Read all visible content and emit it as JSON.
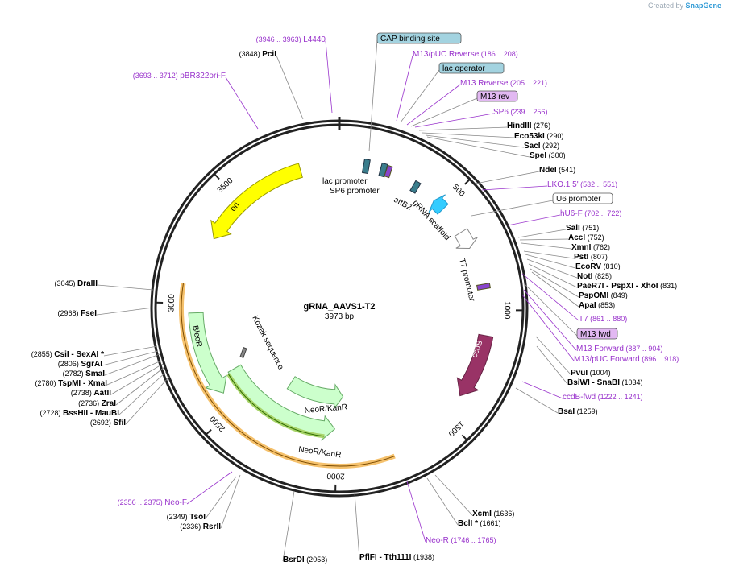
{
  "brand": {
    "created_by": "Created by",
    "logo": "SnapGene"
  },
  "plasmid": {
    "name": "gRNA_AAVS1-T2",
    "length": "3973 bp",
    "total_bp": 3973
  },
  "tick_labels": [
    {
      "bp": 500,
      "label": "500"
    },
    {
      "bp": 1000,
      "label": "1000"
    },
    {
      "bp": 1500,
      "label": "1500"
    },
    {
      "bp": 2000,
      "label": "2000"
    },
    {
      "bp": 2500,
      "label": "2500"
    },
    {
      "bp": 3000,
      "label": "3000"
    },
    {
      "bp": 3500,
      "label": "3500"
    }
  ],
  "features": [
    {
      "label": "ori",
      "start": 3300,
      "end": 3800,
      "strand": -1,
      "color": "#ffff00",
      "stroke": "#999900",
      "r": 178
    },
    {
      "label": "BleoR",
      "start": 2580,
      "end": 2960,
      "strand": -1,
      "color": "#ccffcc",
      "stroke": "#66aa66",
      "r": 178
    },
    {
      "label": "ccdB",
      "start": 1110,
      "end": 1390,
      "strand": 1,
      "color": "#993366",
      "stroke": "#662244",
      "r": 185
    },
    {
      "label": "gRNA scaffold",
      "start": 640,
      "end": 720,
      "strand": 1,
      "color": "#ffffff",
      "stroke": "#888888",
      "r": 178
    },
    {
      "label": "NeoR/KanR",
      "start": 1960,
      "end": 2350,
      "strand": -1,
      "color": "#ccffcc",
      "stroke": "#66aa66",
      "r": 110
    },
    {
      "label": "NeoR/KanR",
      "start": 2010,
      "end": 2650,
      "strand": -1,
      "color": "#ccffcc",
      "stroke": "#66aa66",
      "r": 150
    },
    {
      "label": "attB2",
      "start": 455,
      "end": 510,
      "strand": -1,
      "color": "#33ccff",
      "stroke": "#2299cc",
      "r": 178
    }
  ],
  "inner_labels": [
    {
      "text": "lac promoter"
    },
    {
      "text": "SP6 promoter"
    },
    {
      "text": "attB2"
    },
    {
      "text": "gRNA scaffold"
    },
    {
      "text": "T7 promoter"
    },
    {
      "text": "Kozak sequence"
    },
    {
      "text": "ccdB"
    },
    {
      "text": "ori"
    },
    {
      "text": "BleoR"
    },
    {
      "text": "NeoR/KanR"
    },
    {
      "text": "NeoR/KanR"
    }
  ],
  "right_labels": [
    {
      "name": "CAP binding site",
      "box": "blue"
    },
    {
      "name": "M13/pUC Reverse",
      "pos": "(186 .. 208)",
      "purple": true
    },
    {
      "name": "lac operator",
      "box": "blue"
    },
    {
      "name": "M13 Reverse",
      "pos": "(205 .. 221)",
      "purple": true
    },
    {
      "name": "M13 rev",
      "box": "purple"
    },
    {
      "name": "SP6",
      "pos": "(239 .. 256)",
      "purple": true
    },
    {
      "name": "HindIII",
      "pos": "(276)"
    },
    {
      "name": "Eco53kI",
      "pos": "(290)"
    },
    {
      "name": "SacI",
      "pos": "(292)"
    },
    {
      "name": "SpeI",
      "pos": "(300)"
    },
    {
      "name": "NdeI",
      "pos": "(541)"
    },
    {
      "name": "LKO.1 5'",
      "pos": "(532 .. 551)",
      "purple": true
    },
    {
      "name": "U6 promoter",
      "box": "white"
    },
    {
      "name": "hU6-F",
      "pos": "(702 .. 722)",
      "purple": true
    },
    {
      "name": "SalI",
      "pos": "(751)"
    },
    {
      "name": "AccI",
      "pos": "(752)"
    },
    {
      "name": "XmnI",
      "pos": "(762)"
    },
    {
      "name": "PstI",
      "pos": "(807)"
    },
    {
      "name": "EcoRV",
      "pos": "(810)"
    },
    {
      "name": "NotI",
      "pos": "(825)"
    },
    {
      "name": "PaeR7I - PspXI - XhoI",
      "pos": "(831)"
    },
    {
      "name": "PspOMI",
      "pos": "(849)"
    },
    {
      "name": "ApaI",
      "pos": "(853)"
    },
    {
      "name": "T7",
      "pos": "(861 .. 880)",
      "purple": true
    },
    {
      "name": "M13 fwd",
      "box": "purple"
    },
    {
      "name": "M13 Forward",
      "pos": "(887 .. 904)",
      "purple": true
    },
    {
      "name": "M13/pUC Forward",
      "pos": "(896 .. 918)",
      "purple": true
    },
    {
      "name": "PvuI",
      "pos": "(1004)"
    },
    {
      "name": "BsiWI - SnaBI",
      "pos": "(1034)"
    },
    {
      "name": "ccdB-fwd",
      "pos": "(1222 .. 1241)",
      "purple": true
    },
    {
      "name": "BsaI",
      "pos": "(1259)"
    }
  ],
  "bottom_labels": [
    {
      "name": "XcmI",
      "pos": "(1636)"
    },
    {
      "name": "BclI *",
      "pos": "(1661)"
    },
    {
      "name": "Neo-R",
      "pos": "(1746 .. 1765)",
      "purple": true
    },
    {
      "name": "PflFI - Tth111I",
      "pos": "(1938)"
    },
    {
      "name": "BsrDI",
      "pos": "(2053)"
    }
  ],
  "left_labels": [
    {
      "name": "L4440",
      "pos": "(3946 .. 3963)",
      "purple": true
    },
    {
      "name": "PciI",
      "pos": "(3848)"
    },
    {
      "name": "pBR322ori-F",
      "pos": "(3693 .. 3712)",
      "purple": true
    },
    {
      "name": "DraIII",
      "pos": "(3045)"
    },
    {
      "name": "FseI",
      "pos": "(2968)"
    },
    {
      "name": "CsiI - SexAI *",
      "pos": "(2855)"
    },
    {
      "name": "SgrAI",
      "pos": "(2806)"
    },
    {
      "name": "SmaI",
      "pos": "(2782)"
    },
    {
      "name": "TspMI - XmaI",
      "pos": "(2780)"
    },
    {
      "name": "AatII",
      "pos": "(2738)"
    },
    {
      "name": "ZraI",
      "pos": "(2736)"
    },
    {
      "name": "BssHII - MauBI",
      "pos": "(2728)"
    },
    {
      "name": "SfiI",
      "pos": "(2692)"
    },
    {
      "name": "Neo-F",
      "pos": "(2356 .. 2375)",
      "purple": true
    },
    {
      "name": "TsoI",
      "pos": "(2349)"
    },
    {
      "name": "RsrII",
      "pos": "(2336)"
    }
  ],
  "colors": {
    "backbone": "#222222",
    "purple": "#9933cc",
    "leader": "#888888",
    "enzyme": "#000000"
  }
}
